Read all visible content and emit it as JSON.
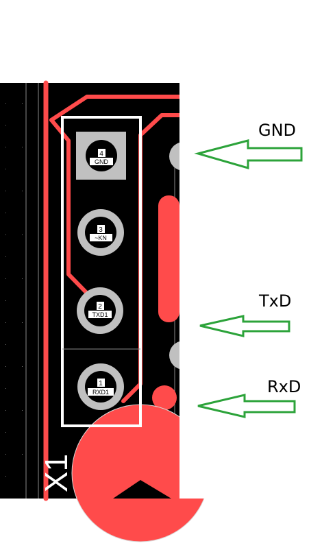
{
  "pins": [
    {
      "number": "4",
      "net": "GND"
    },
    {
      "number": "3",
      "net": "~KN"
    },
    {
      "number": "2",
      "net": "TXD1"
    },
    {
      "number": "1",
      "net": "RXD1"
    }
  ],
  "designator": "X1",
  "callouts": [
    {
      "label": "GND",
      "pin": "4"
    },
    {
      "label": "TxD",
      "pin": "2"
    },
    {
      "label": "RxD",
      "pin": "1"
    }
  ],
  "colors": {
    "board_background": "#000000",
    "copper_trace": "#ff4b4b",
    "pad": "#c0c0c0",
    "silkscreen": "#ffffff",
    "arrow": "#2ca33a"
  },
  "icons": {
    "callout": "left-arrow-outline-icon"
  }
}
